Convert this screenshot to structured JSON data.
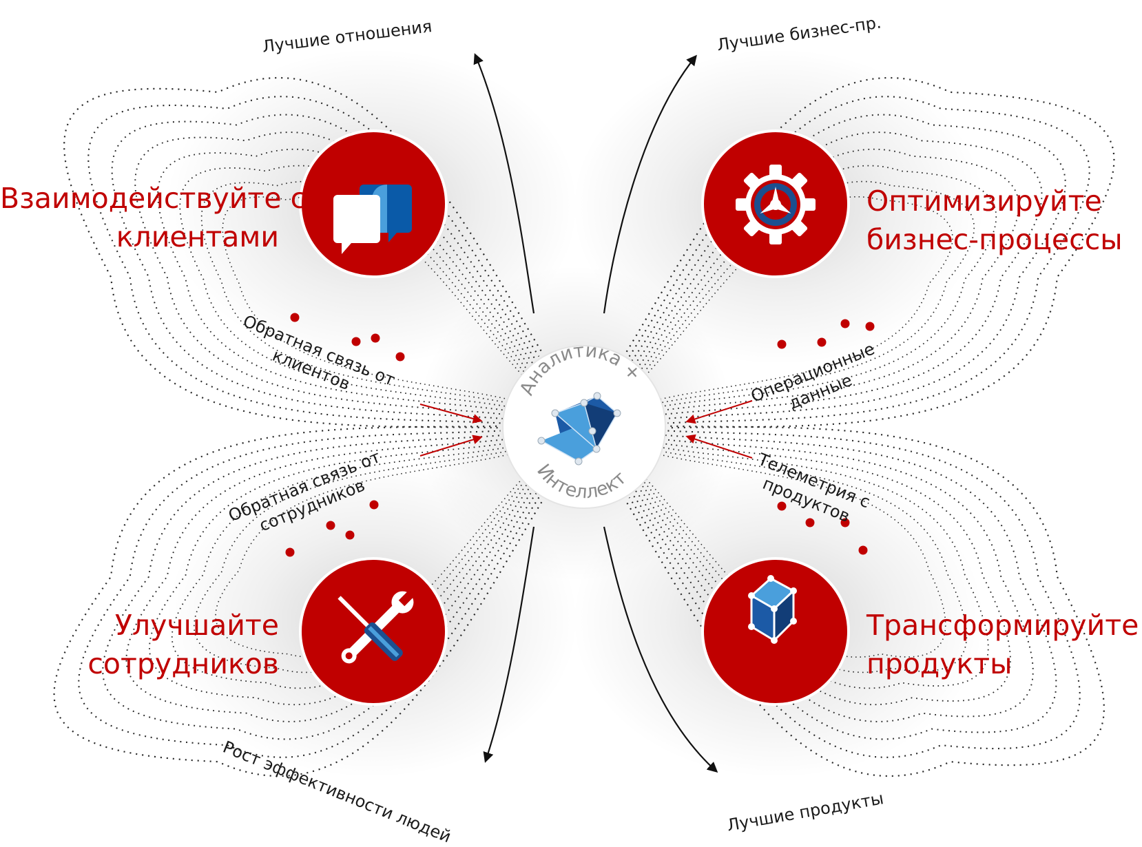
{
  "center": {
    "line1": "Аналитика +",
    "line2": "Интеллект"
  },
  "features": {
    "customers": {
      "line1": "Взаимодействуйте с",
      "line2": "клиентами",
      "icon": "chat-bubbles-icon"
    },
    "processes": {
      "line1": "Оптимизируйте",
      "line2": "бизнес-процессы",
      "icon": "gear-icon"
    },
    "employees": {
      "line1": "Улучшайте",
      "line2": "сотрудников",
      "icon": "wrench-screwdriver-icon"
    },
    "products": {
      "line1": "Трансформируйте",
      "line2": "продукты",
      "icon": "cube-icon"
    }
  },
  "outcomes": {
    "relationships": "Лучшие отношения",
    "business": "Лучшие бизнес-пр.",
    "people": "Рост эффективности людей",
    "products": "Лучшие продукты"
  },
  "inputs": {
    "customer_feedback": {
      "line1": "Обратная связь от",
      "line2": "клиентов"
    },
    "employee_feedback": {
      "line1": "Обратная связь от",
      "line2": "сотрудников"
    },
    "operational_data": {
      "line1": "Операционные",
      "line2": "данные"
    },
    "telemetry": {
      "line1": "Телеметрия с",
      "line2": "продуктов"
    }
  },
  "colors": {
    "accent": "#c00000",
    "icon_blue": "#0a5aa8",
    "icon_light_blue": "#4a9fdc",
    "text": "#1a1a1a"
  }
}
